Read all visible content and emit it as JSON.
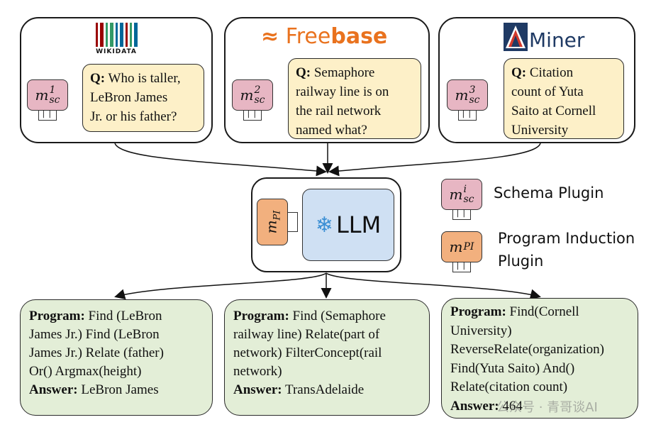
{
  "sources": [
    {
      "logo_text": "WIKIDATA",
      "plugin_sup": "1",
      "plugin_sub": "sc",
      "question_label": "Q:",
      "question_lines": [
        " Who is taller,",
        "LeBron James",
        "Jr. or his father?"
      ]
    },
    {
      "logo_text_a": "Free",
      "logo_text_b": "base",
      "plugin_sup": "2",
      "plugin_sub": "sc",
      "question_label": "Q:",
      "question_lines": [
        " Semaphore",
        "railway line is on",
        "the rail network",
        "named what?"
      ]
    },
    {
      "logo_text": "Miner",
      "plugin_sup": "3",
      "plugin_sub": "sc",
      "question_label": "Q:",
      "question_lines": [
        " Citation",
        "count of Yuta",
        "Saito at Cornell",
        "University"
      ]
    }
  ],
  "llm": {
    "label": "LLM",
    "plugin_sub": "PI"
  },
  "legend": {
    "schema_sup": "i",
    "schema_sub": "sc",
    "schema_label": "Schema Plugin",
    "program_sub": "PI",
    "program_label_1": "Program Induction",
    "program_label_2": "Plugin"
  },
  "outputs": [
    {
      "program_label": "Program:",
      "program_lines": [
        " Find (LeBron",
        "James Jr.) Find (LeBron",
        "James Jr.) Relate (father)",
        "Or() Argmax(height)"
      ],
      "answer_label": "Answer:",
      "answer": " LeBron James"
    },
    {
      "program_label": "Program:",
      "program_lines": [
        " Find (Semaphore",
        "railway line) Relate(part of",
        "network) FilterConcept(rail",
        "network)"
      ],
      "answer_label": "Answer:",
      "answer": " TransAdelaide"
    },
    {
      "program_label": "Program:",
      "program_lines": [
        " Find(Cornell",
        "University)",
        "ReverseRelate(organization)",
        "Find(Yuta Saito) And()",
        "Relate(citation count)"
      ],
      "answer_label": "Answer:",
      "answer": " 464"
    }
  ],
  "watermark": "公众号 · 青哥谈AI",
  "colors": {
    "question_bg": "#fdf0c8",
    "schema_plugin": "#e7b6c3",
    "program_plugin": "#f2b07e",
    "llm_bg": "#cfe0f3",
    "answer_bg": "#e3eed7",
    "freebase_orange": "#e9721e"
  }
}
